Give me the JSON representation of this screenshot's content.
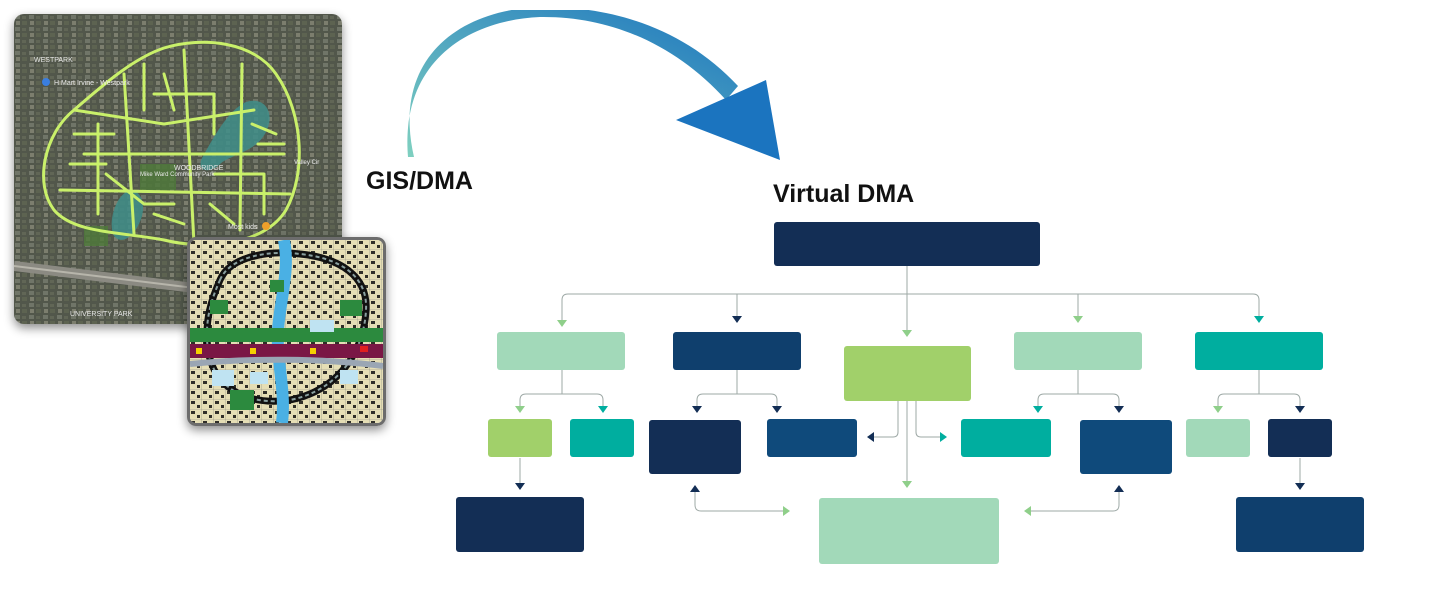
{
  "labels": {
    "gis_dma": "GIS/DMA",
    "virtual_dma": "Virtual DMA"
  },
  "map_labels": {
    "west_park": "WESTPARK",
    "store": "H Mart Irvine - Westpark",
    "woodbridge": "WOODBRIDGE",
    "community": "Mike Ward Community Park",
    "shops": "Most kids",
    "university_park": "UNIVERSITY PARK",
    "valley": "Valley Cir"
  },
  "colors": {
    "navy": "#132e55",
    "blue": "#0c4a7a",
    "teal": "#00ae9f",
    "mint": "#a2d9b9",
    "lime": "#a1d06a",
    "connector": "#9ea9a6",
    "arrow_start": "#7fd0c0",
    "arrow_end": "#1b74bf",
    "network_line": "#c9f06a"
  },
  "icons": {
    "curve_arrow": "curved-arrow-icon",
    "store_pin": "map-pin-icon",
    "shop_pin": "shopping-pin-icon"
  }
}
